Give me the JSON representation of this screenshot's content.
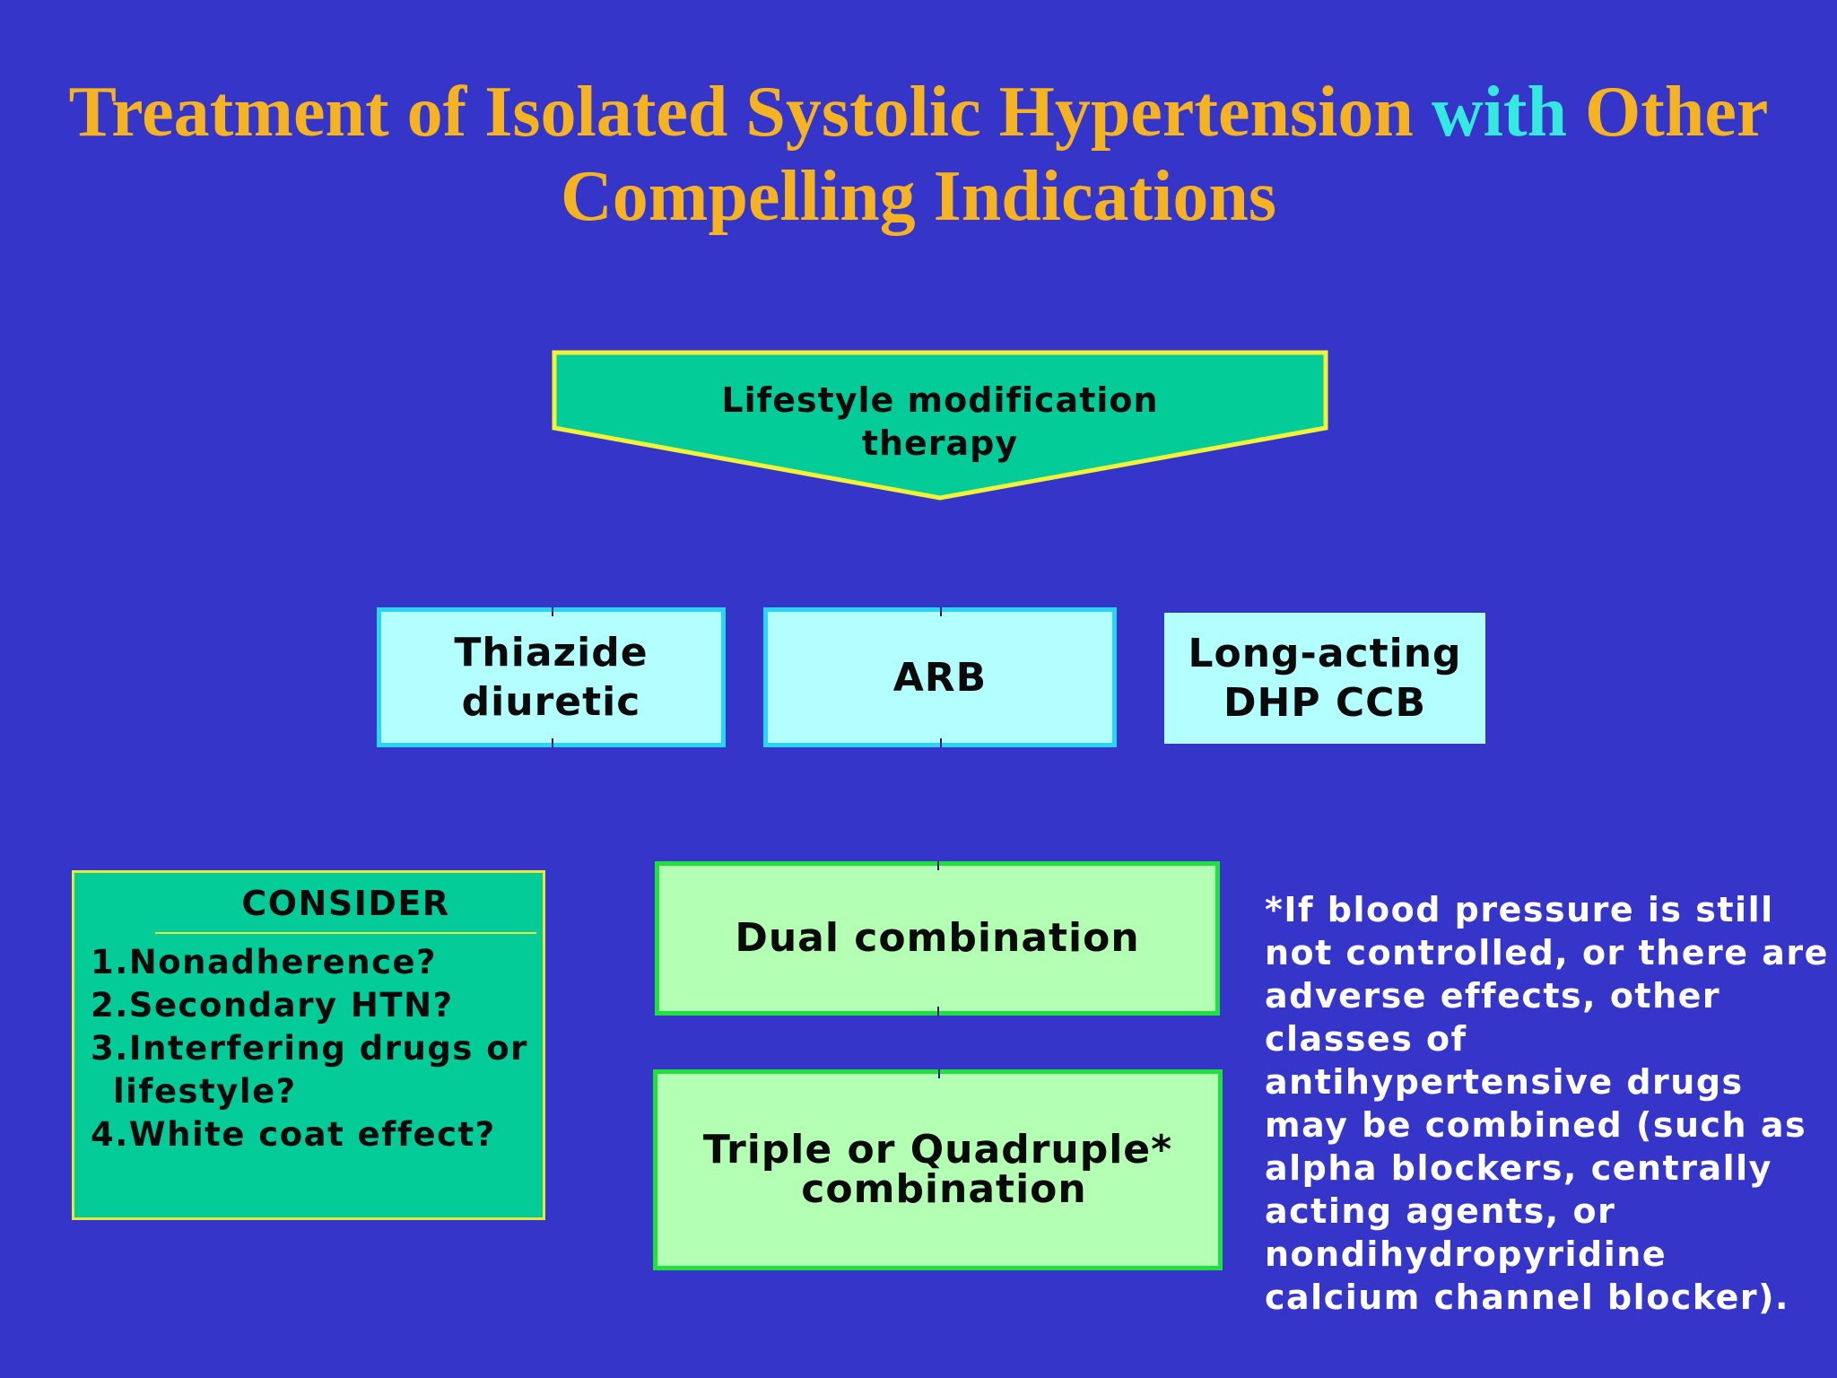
{
  "slide": {
    "title_line1_part1": "Treatment of Isolated Systolic Hypertension ",
    "title_line1_accent": "with",
    "title_line1_part2": " Other",
    "title_line2": "Compelling Indications",
    "colors": {
      "background": "#3535c9",
      "title": "#f5b321",
      "title_accent": "#35e8e0",
      "arrow_fill": "#03cc99",
      "arrow_border": "#f2f236",
      "drug_box_fill": "#b3ffff",
      "drug_box_border": "#29d4f5",
      "combo_box_fill": "#b3ffb3",
      "combo_box_border": "#20e040",
      "consider_fill": "#03cc99",
      "consider_border": "#e8e83a"
    }
  },
  "lifestyle": {
    "line1": "Lifestyle modification",
    "line2": "therapy"
  },
  "drugs": {
    "thiazide_line1": "Thiazide",
    "thiazide_line2": "diuretic",
    "arb": "ARB",
    "ccb_line1": "Long-acting",
    "ccb_line2": "DHP CCB"
  },
  "consider": {
    "heading": "CONSIDER",
    "items": [
      "1.Nonadherence?",
      "2.Secondary HTN?",
      "3.Interfering drugs or",
      "lifestyle?",
      "4.White coat effect?"
    ]
  },
  "combinations": {
    "dual": "Dual combination",
    "triple_line1": "Triple or Quadruple*",
    "triple_line2": "combination"
  },
  "footnote": {
    "lines": [
      "*If blood pressure is still",
      "not controlled, or there are",
      "adverse effects, other",
      "classes of",
      "antihypertensive drugs",
      "may be combined (such as",
      "alpha blockers, centrally",
      "acting agents, or",
      "nondihydropyridine",
      "calcium channel blocker)."
    ]
  }
}
